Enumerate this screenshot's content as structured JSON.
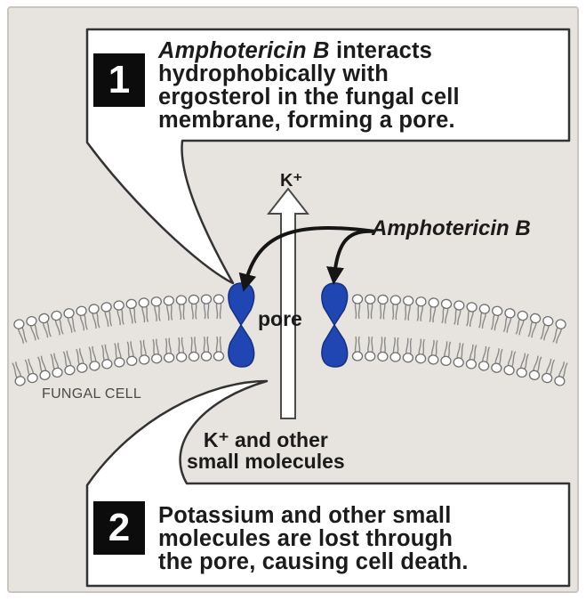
{
  "step1": {
    "number": "1",
    "line1_drug": "Amphotericin B",
    "line1_rest": " interacts",
    "line2": "hydrophobically with",
    "line3": "ergosterol in the fungal cell",
    "line4": "membrane, forming a pore."
  },
  "step2": {
    "number": "2",
    "line1": "Potassium and other small",
    "line2": "molecules are lost through",
    "line3": "the pore, causing cell death."
  },
  "labels": {
    "amphotericin": "Amphotericin B",
    "k_top": "K⁺",
    "pore": "pore",
    "fungal_cell": "FUNGAL CELL",
    "k_bottom_line1": "K⁺ and other",
    "k_bottom_line2": "small molecules"
  },
  "colors": {
    "background": "#e7e4df",
    "box_fill": "#ffffff",
    "number_fill": "#0c0c0c",
    "amphotericin_blue": "#1f46b3",
    "outline": "#333333"
  }
}
